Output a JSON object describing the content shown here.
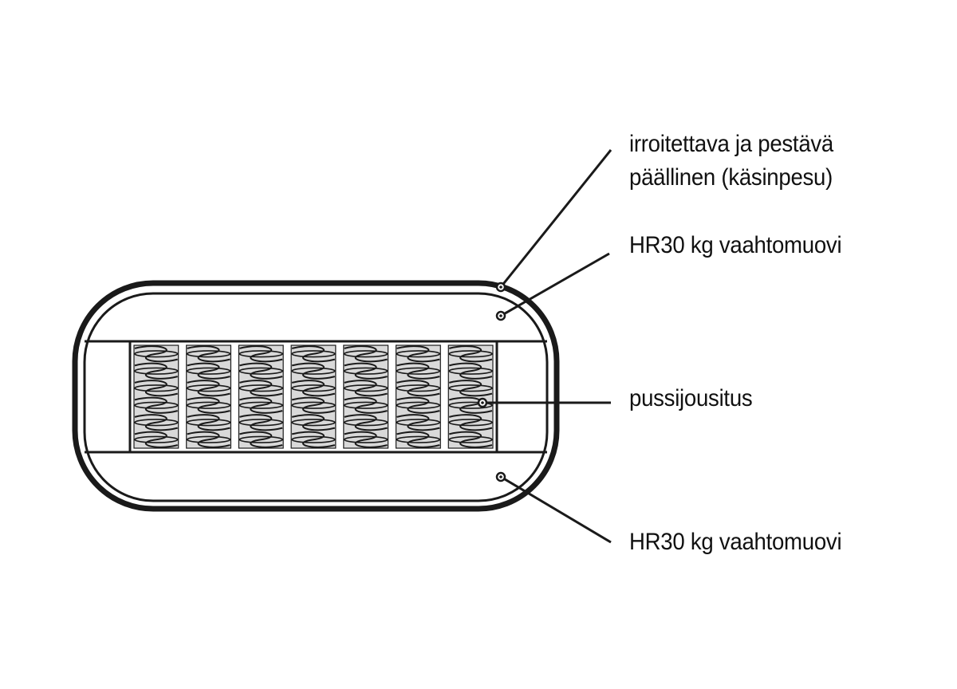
{
  "labels": {
    "cover_line1": "irroitettava ja pestävä",
    "cover_line2": "päällinen (käsinpesu)",
    "foam_top": "HR30 kg vaahtomuovi",
    "springs": "pussijousitus",
    "foam_bottom": "HR30 kg vaahtomuovi"
  },
  "colors": {
    "line": "#1a1a1a",
    "spring_fill": "#d9d9d9",
    "background": "#ffffff"
  },
  "springs": {
    "columns": 7,
    "coils_per_column": 6
  }
}
